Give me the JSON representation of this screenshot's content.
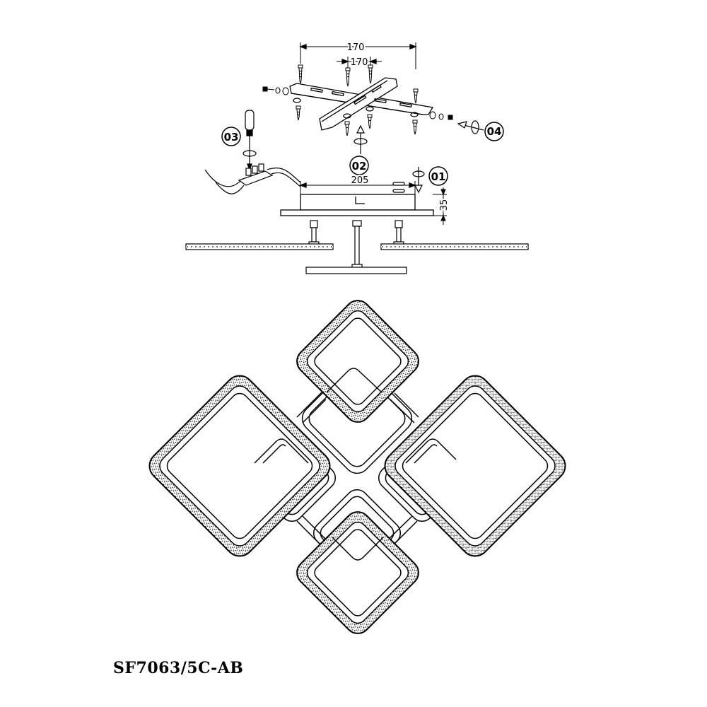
{
  "dimensions": {
    "outer_width": "170",
    "inner_width": "170",
    "canopy_width": "205",
    "canopy_height": "35"
  },
  "steps": {
    "step1": "01",
    "step2": "02",
    "step3": "03",
    "step4": "04"
  },
  "model_code": "SF7063/5C-AB",
  "colors": {
    "line": "#000000",
    "sparkle": "#222222",
    "background": "#ffffff"
  },
  "icons": {
    "screwdriver": "screwdriver-icon",
    "rotation_arrow": "rotate-arrow-icon",
    "screw": "screw-icon",
    "terminal_block": "terminal-block-icon"
  }
}
